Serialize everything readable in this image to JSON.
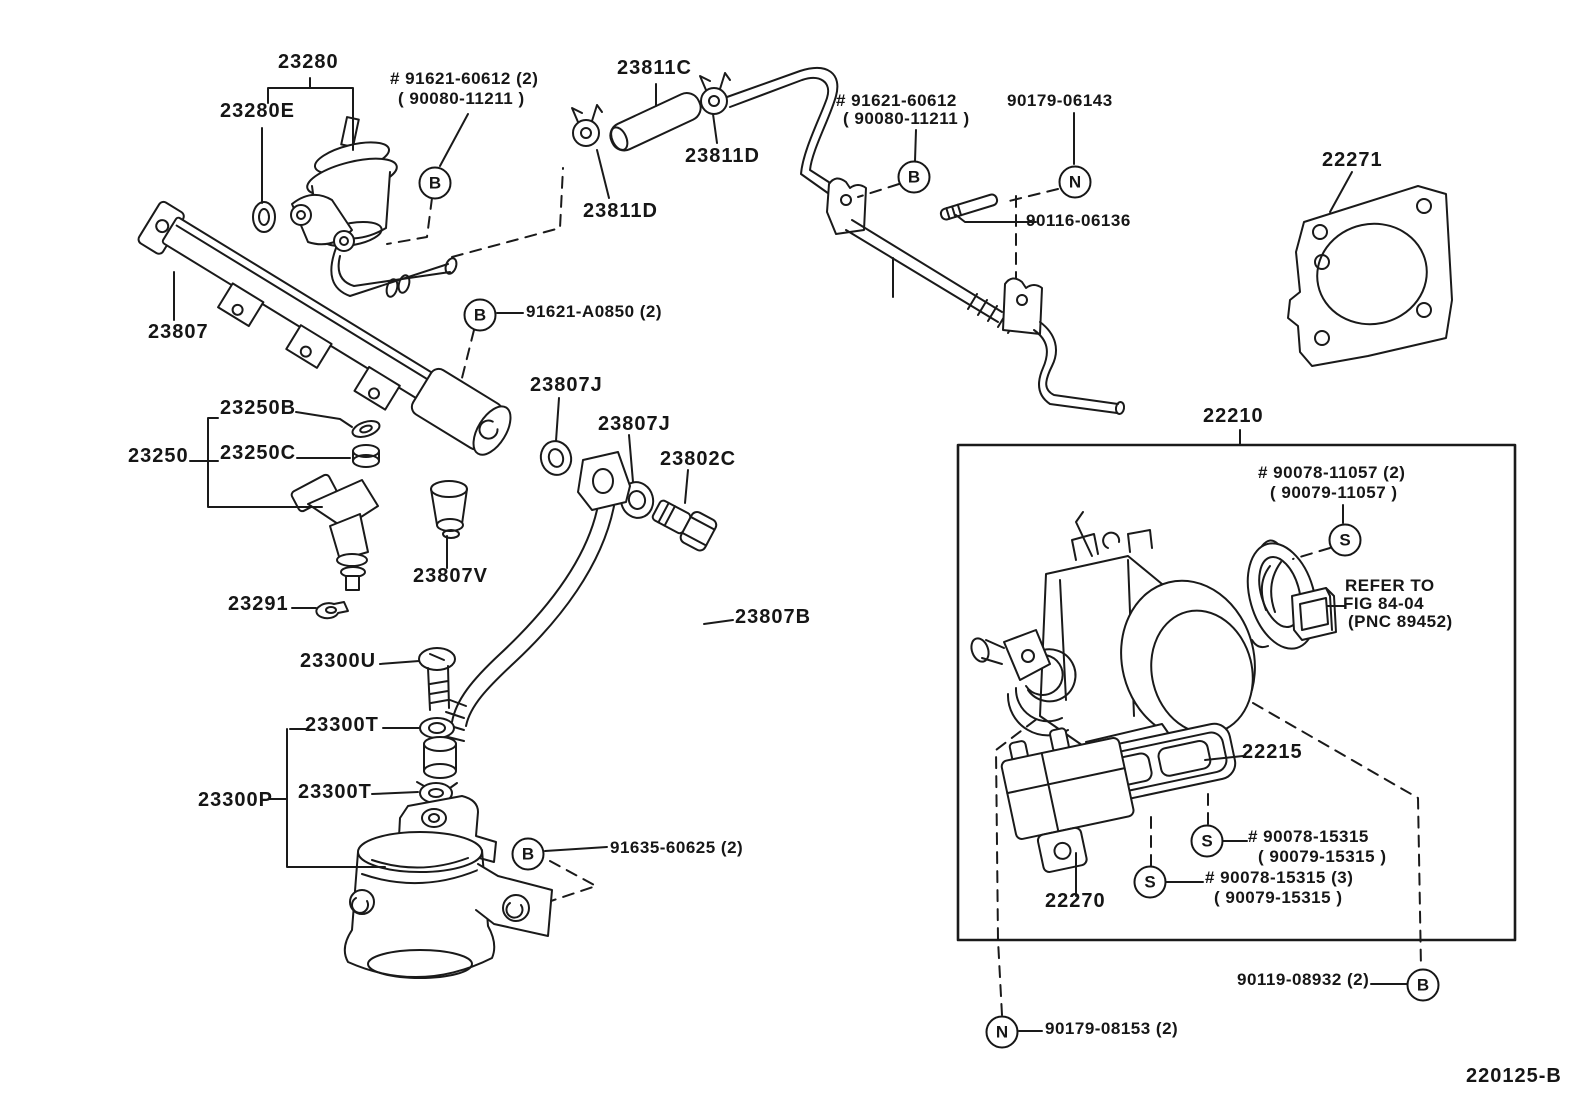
{
  "figure_code": "220125-B",
  "colors": {
    "line": "#1a1a1a",
    "background": "#ffffff",
    "text": "#161616"
  },
  "labels": [
    {
      "id": "23280",
      "text": "23280"
    },
    {
      "id": "23280E",
      "text": "23280E"
    },
    {
      "id": "91621-60612-a-1",
      "text": "# 91621-60612 (2)"
    },
    {
      "id": "91621-60612-a-2",
      "text": "( 90080-11211 )"
    },
    {
      "id": "23811C",
      "text": "23811C"
    },
    {
      "id": "23811D-mid",
      "text": "23811D"
    },
    {
      "id": "23811D-left",
      "text": "23811D"
    },
    {
      "id": "91621-60612-b-1",
      "text": "# 91621-60612"
    },
    {
      "id": "91621-60612-b-2",
      "text": "( 90080-11211 )"
    },
    {
      "id": "90179-06143",
      "text": "90179-06143"
    },
    {
      "id": "90116-06136",
      "text": "90116-06136"
    },
    {
      "id": "22271",
      "text": "22271"
    },
    {
      "id": "23807",
      "text": "23807"
    },
    {
      "id": "91621-A0850",
      "text": "91621-A0850 (2)"
    },
    {
      "id": "23807J-a",
      "text": "23807J"
    },
    {
      "id": "23807J-b",
      "text": "23807J"
    },
    {
      "id": "23250B",
      "text": "23250B"
    },
    {
      "id": "23250",
      "text": "23250"
    },
    {
      "id": "23250C",
      "text": "23250C"
    },
    {
      "id": "23802C",
      "text": "23802C"
    },
    {
      "id": "23807V",
      "text": "23807V"
    },
    {
      "id": "23291",
      "text": "23291"
    },
    {
      "id": "23807B",
      "text": "23807B"
    },
    {
      "id": "23300U",
      "text": "23300U"
    },
    {
      "id": "23300T-a",
      "text": "23300T"
    },
    {
      "id": "23300P",
      "text": "23300P"
    },
    {
      "id": "23300T-b",
      "text": "23300T"
    },
    {
      "id": "91635-60625",
      "text": "91635-60625 (2)"
    },
    {
      "id": "22210",
      "text": "22210"
    },
    {
      "id": "90078-11057-1",
      "text": "# 90078-11057 (2)"
    },
    {
      "id": "90078-11057-2",
      "text": "( 90079-11057 )"
    },
    {
      "id": "refer-note-1",
      "text": "REFER TO"
    },
    {
      "id": "refer-note-2",
      "text": "FIG 84-04"
    },
    {
      "id": "refer-note-3",
      "text": "(PNC 89452)"
    },
    {
      "id": "22215",
      "text": "22215"
    },
    {
      "id": "90078-15315-a-1",
      "text": "# 90078-15315"
    },
    {
      "id": "90078-15315-a-2",
      "text": "( 90079-15315 )"
    },
    {
      "id": "90078-15315-b-1",
      "text": "# 90078-15315 (3)"
    },
    {
      "id": "90078-15315-b-2",
      "text": "( 90079-15315 )"
    },
    {
      "id": "22270",
      "text": "22270"
    },
    {
      "id": "90119-08932",
      "text": "90119-08932 (2)"
    },
    {
      "id": "90179-08153",
      "text": "90179-08153 (2)"
    },
    {
      "id": "figure-code",
      "text": "220125-B"
    }
  ],
  "markers": [
    {
      "id": "B-top-left",
      "letter": "B"
    },
    {
      "id": "B-top-right",
      "letter": "B"
    },
    {
      "id": "N-top",
      "letter": "N"
    },
    {
      "id": "B-rail",
      "letter": "B"
    },
    {
      "id": "B-filter",
      "letter": "B"
    },
    {
      "id": "S-tps",
      "letter": "S"
    },
    {
      "id": "S-gasket",
      "letter": "S"
    },
    {
      "id": "S-isc",
      "letter": "S"
    },
    {
      "id": "B-bottom-right",
      "letter": "B"
    },
    {
      "id": "N-bottom",
      "letter": "N"
    }
  ]
}
